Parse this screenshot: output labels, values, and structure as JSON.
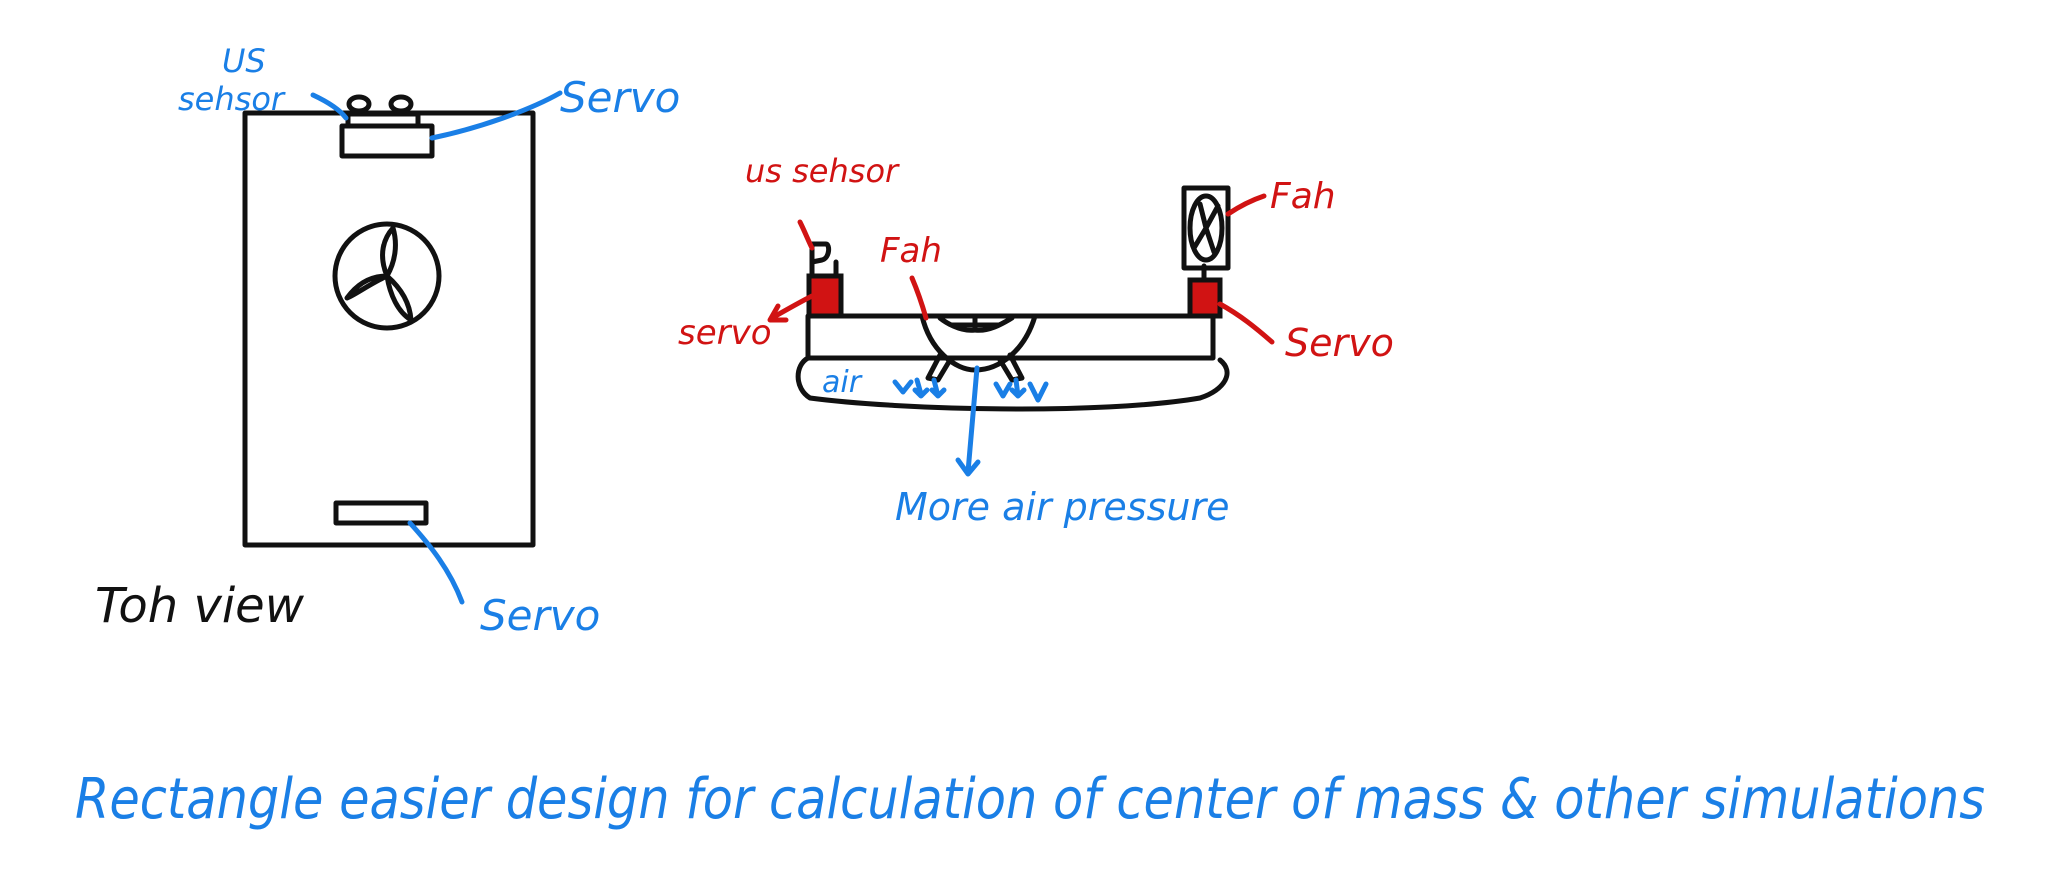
{
  "top_view": {
    "caption": "Toh view",
    "label_us_sensor_line1": "US",
    "label_us_sensor_line2": "sehsor",
    "label_servo_top": "Servo",
    "label_servo_bottom": "Servo"
  },
  "side_view": {
    "label_us_sensor": "us sehsor",
    "label_fan_center": "Fah",
    "label_fan_right": "Fah",
    "label_servo_left": "servo",
    "label_servo_right": "Servo",
    "label_air": "air",
    "label_pressure": "More air pressure"
  },
  "footer_note": "Rectangle easier design for calculation of center of mass & other simulations",
  "colors": {
    "ink_black": "#111111",
    "ink_blue": "#1a7fe6",
    "ink_red": "#d11313"
  }
}
